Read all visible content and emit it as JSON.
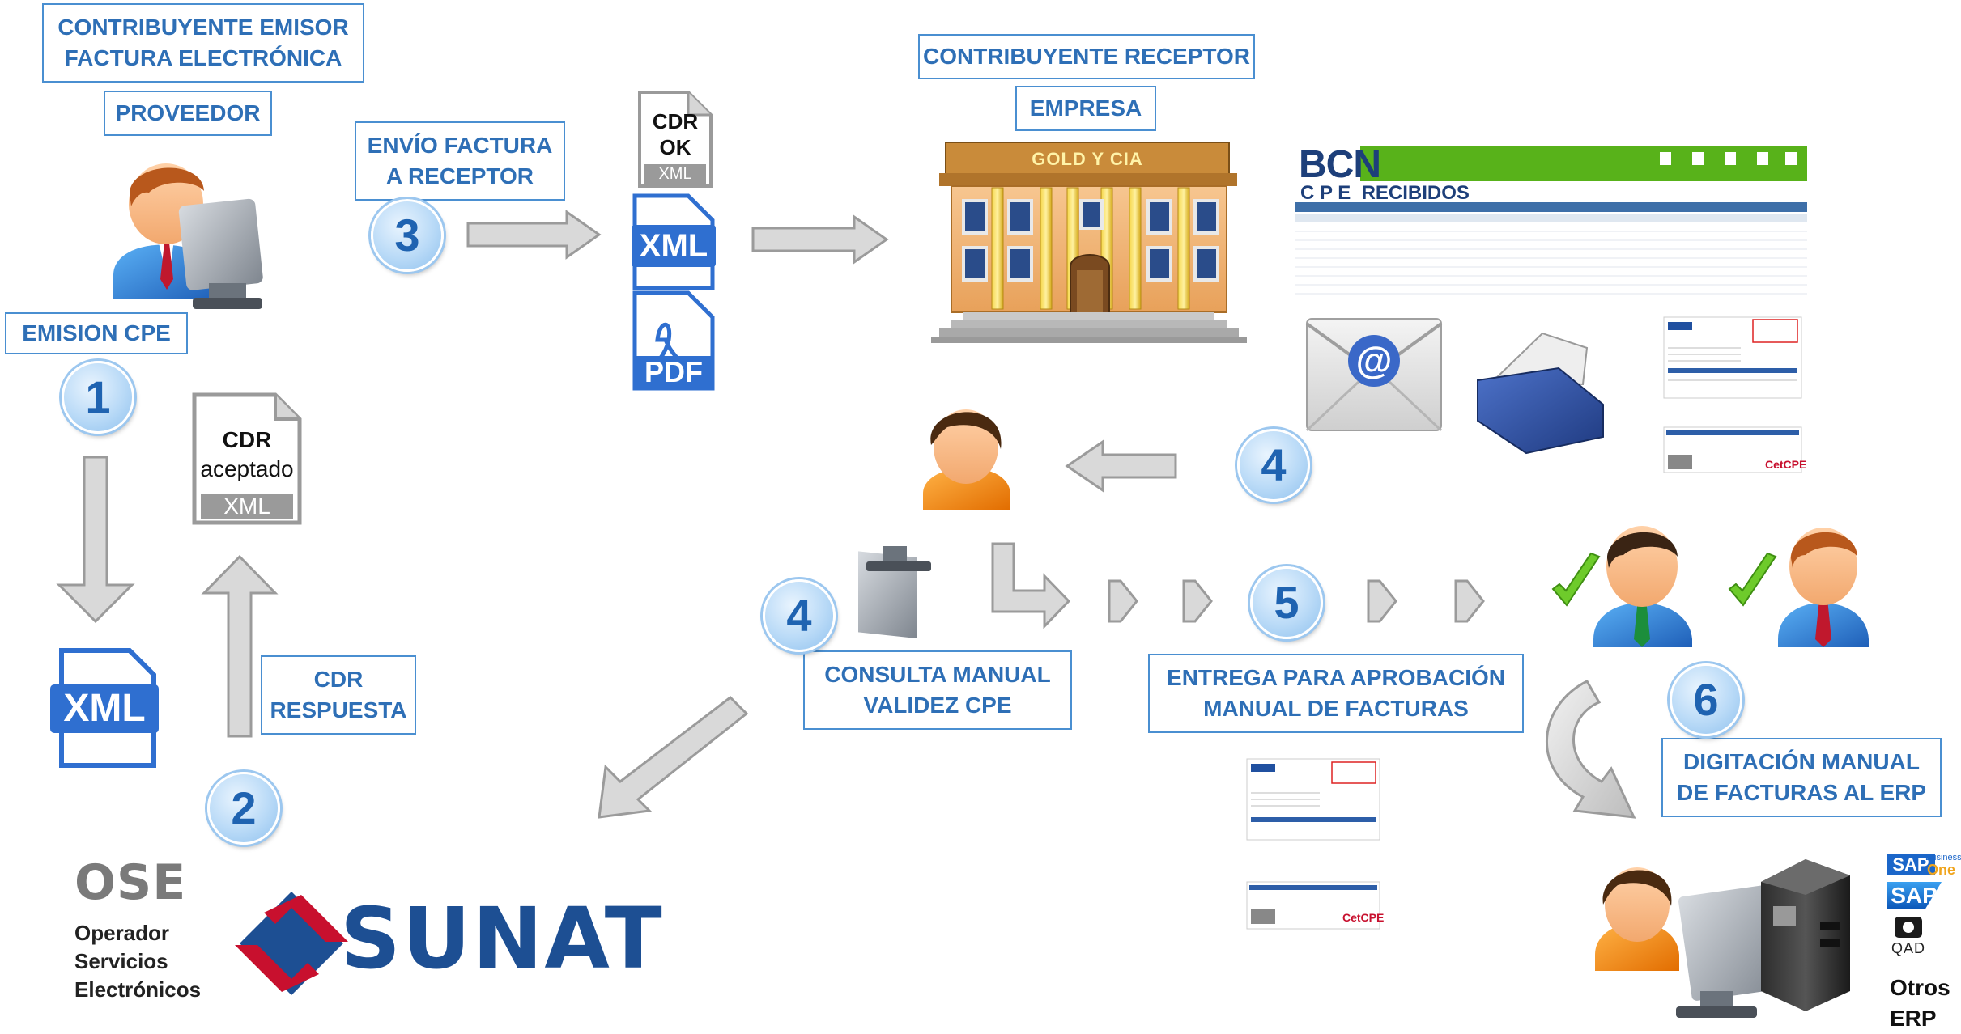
{
  "boxes": {
    "emisor": [
      "CONTRIBUYENTE EMISOR",
      "FACTURA ELECTRÓNICA"
    ],
    "proveedor": "PROVEEDOR",
    "emision": "EMISION CPE",
    "cdr_respuesta": [
      "CDR",
      "RESPUESTA"
    ],
    "envio": [
      "ENVÍO FACTURA",
      "A RECEPTOR"
    ],
    "receptor": "CONTRIBUYENTE RECEPTOR",
    "empresa": "EMPRESA",
    "consulta": [
      "CONSULTA MANUAL",
      "VALIDEZ  CPE"
    ],
    "entrega": [
      "ENTREGA PARA APROBACIÓN",
      "MANUAL DE FACTURAS"
    ],
    "digitacion": [
      "DIGITACIÓN MANUAL",
      "DE FACTURAS AL ERP"
    ]
  },
  "steps": {
    "s1": "1",
    "s2": "2",
    "s3": "3",
    "s4a": "4",
    "s4b": "4",
    "s5": "5",
    "s6": "6"
  },
  "docs": {
    "cdr_ok": [
      "CDR",
      "OK"
    ],
    "xml": "XML",
    "pdf": "PDF",
    "cdr_aceptado": [
      "CDR",
      "aceptado"
    ]
  },
  "ose": {
    "title": "OSE",
    "sub": [
      "Operador",
      "Servicios",
      "Electrónicos"
    ]
  },
  "sunat": "SUNAT",
  "building_sign": "GOLD  Y  CIA",
  "bcn": {
    "logo": "BCN",
    "title": "C P E",
    "subtitle": "RECIBIDOS"
  },
  "cetcpe": "CetCPE",
  "email_symbol": "@",
  "erp": {
    "sap_b1_top": "SAP",
    "sap_b1_side": "Business",
    "sap_b1_one": "One",
    "sap": "SAP",
    "qad": "QAD",
    "otros": [
      "Otros",
      "ERP"
    ]
  },
  "colors": {
    "accent": "#2e6fb6",
    "border": "#4a8fd1",
    "arrow_fill": "#d9d9d9",
    "arrow_stroke": "#9b9b9b",
    "xml_blue": "#2f6fd0",
    "sunat_red": "#c8102e",
    "sunat_blue": "#1d4f93",
    "bcn_green": "#58b21a"
  }
}
